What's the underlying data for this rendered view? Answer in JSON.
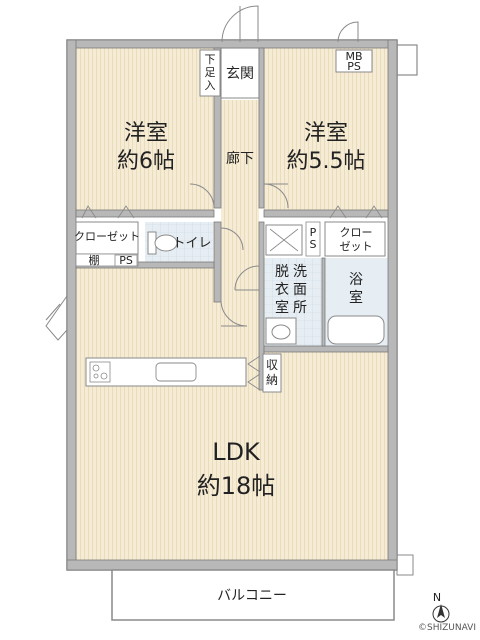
{
  "rooms": {
    "western_a": {
      "name": "洋室",
      "size": "約6帖"
    },
    "western_b": {
      "name": "洋室",
      "size": "約5.5帖"
    },
    "entrance": "玄関",
    "shoe_storage": [
      "下",
      "足",
      "入"
    ],
    "corridor": "廊下",
    "toilet": "トイレ",
    "closet_a": "クローゼット",
    "closet_b": [
      "クロー",
      "ゼット"
    ],
    "shelf": "棚",
    "ps_a": "PS",
    "ps_b": [
      "P",
      "S"
    ],
    "mb_ps": [
      "MB",
      "PS"
    ],
    "washroom": [
      "脱",
      "衣",
      "室",
      "洗",
      "面",
      "所"
    ],
    "bath": [
      "浴",
      "室"
    ],
    "storage": [
      "収",
      "納"
    ],
    "ldk": {
      "name": "LDK",
      "size": "約18帖"
    },
    "balcony": "バルコニー"
  },
  "compass": "N",
  "watermark": "©SHIZUNAVI",
  "colors": {
    "wall": "#8a8a8a",
    "floor": "#f5ead2",
    "floor_line": "#e4d3b2",
    "wet_floor": "#e5eef5",
    "white": "#ffffff"
  }
}
